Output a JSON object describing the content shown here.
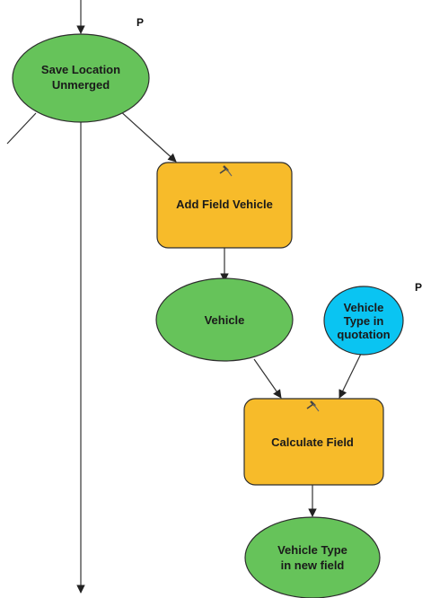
{
  "colors": {
    "data_node": "#66c35a",
    "tool_node": "#f7bb2a",
    "value_node": "#0ac4f2",
    "edge": "#333333"
  },
  "nodes": {
    "save_location": {
      "label_line1": "Save Location",
      "label_line2": "Unmerged",
      "param_marker": "P"
    },
    "add_field": {
      "label": "Add Field Vehicle",
      "icon": "hammer-icon"
    },
    "vehicle": {
      "label": "Vehicle"
    },
    "vehicle_type": {
      "label_line1": "Vehicle",
      "label_line2": "Type in",
      "label_line3": "quotation",
      "param_marker": "P"
    },
    "calculate_field": {
      "label": "Calculate Field",
      "icon": "hammer-icon"
    },
    "vehicle_type_new": {
      "label_line1": "Vehicle Type",
      "label_line2": "in new field"
    }
  }
}
